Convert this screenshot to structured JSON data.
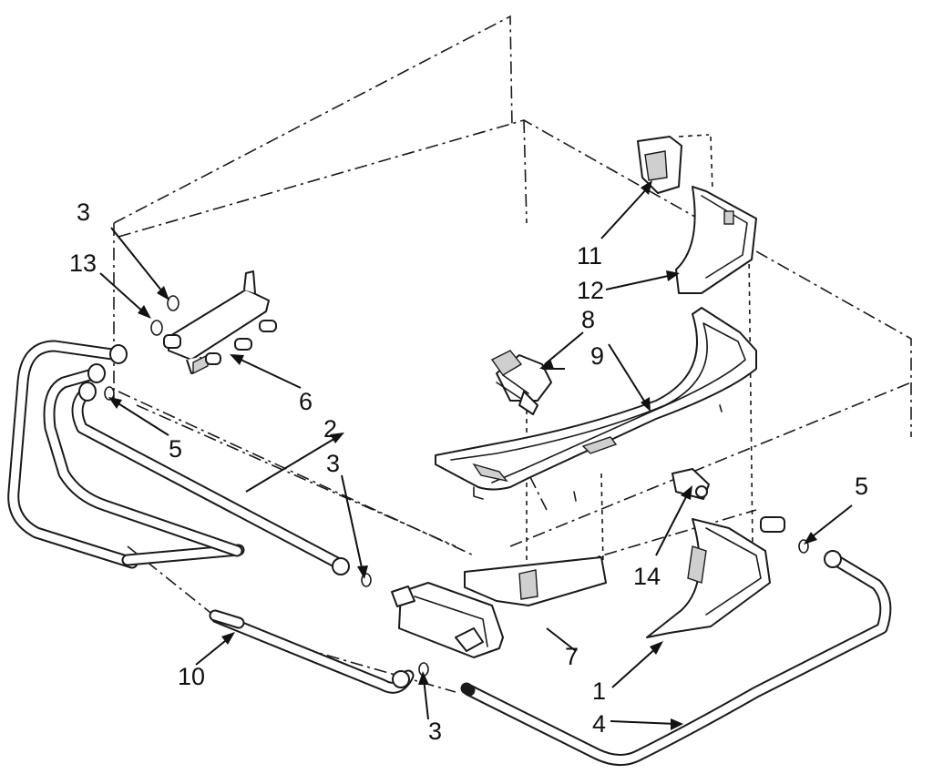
{
  "callouts": [
    {
      "id": "c1",
      "text": "1"
    },
    {
      "id": "c2",
      "text": "2"
    },
    {
      "id": "c3a",
      "text": "3"
    },
    {
      "id": "c3b",
      "text": "3"
    },
    {
      "id": "c3c",
      "text": "3"
    },
    {
      "id": "c4",
      "text": "4"
    },
    {
      "id": "c5a",
      "text": "5"
    },
    {
      "id": "c5b",
      "text": "5"
    },
    {
      "id": "c6",
      "text": "6"
    },
    {
      "id": "c7",
      "text": "7"
    },
    {
      "id": "c8",
      "text": "8"
    },
    {
      "id": "c9",
      "text": "9"
    },
    {
      "id": "c10",
      "text": "10"
    },
    {
      "id": "c11",
      "text": "11"
    },
    {
      "id": "c12",
      "text": "12"
    },
    {
      "id": "c13",
      "text": "13"
    },
    {
      "id": "c14",
      "text": "14"
    }
  ]
}
